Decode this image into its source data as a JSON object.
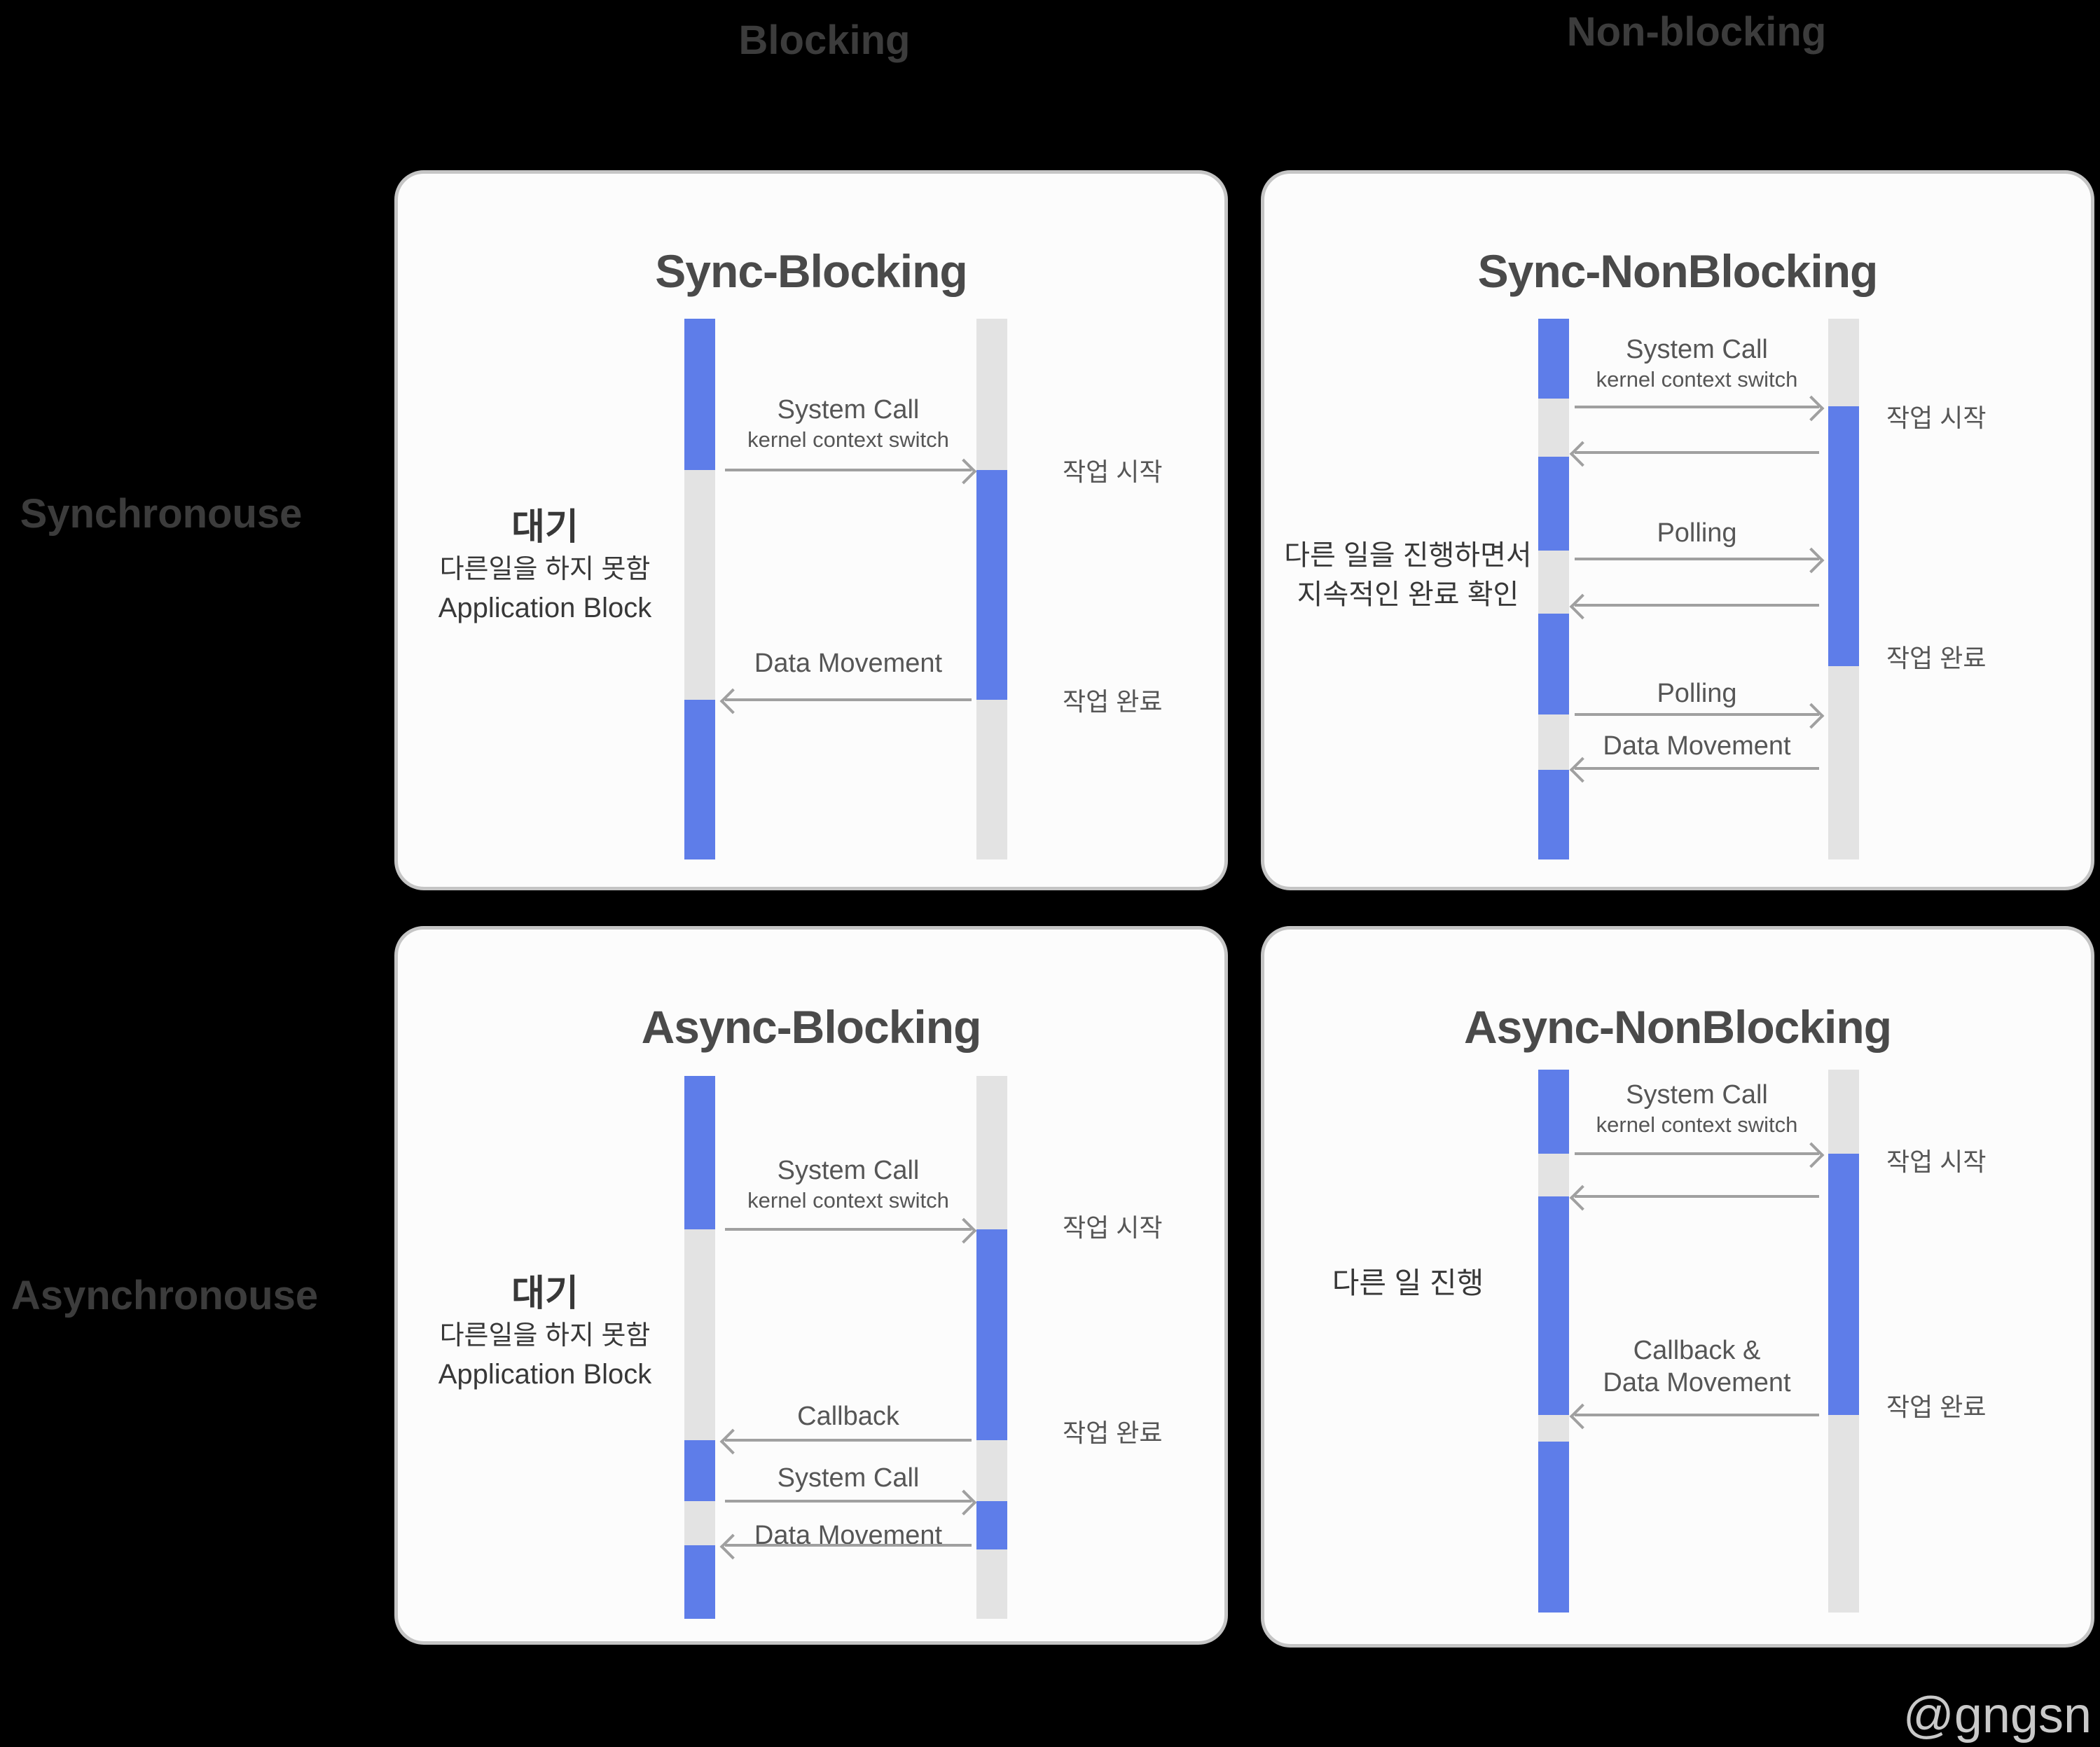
{
  "colors": {
    "page_bg": "#000000",
    "card_bg": "#fcfcfc",
    "card_border": "#c5c5c5",
    "active_blue": "#5e7de9",
    "idle_gray": "#e3e3e3",
    "arrow_gray": "#a0a0a0",
    "outer_label": "#3c3c3c",
    "title_gray": "#4a4a4a",
    "label_gray": "#565656",
    "note_gray": "#383838",
    "watermark_gray": "#c9c9c9"
  },
  "axis_labels": {
    "top_left": "Blocking",
    "top_right": "Non-blocking",
    "left_top": "Synchronouse",
    "left_bottom": "Asynchronouse"
  },
  "watermark": "@gngsn",
  "cards": {
    "sync_blocking": {
      "title": "Sync-Blocking",
      "note_title": "대기",
      "note_line2": "다른일을 하지 못함",
      "note_line3": "Application Block",
      "arrows": {
        "system_call": "System Call",
        "kernel_context_switch": "kernel context switch",
        "data_movement": "Data Movement"
      },
      "right_labels": {
        "start": "작업 시작",
        "done": "작업 완료"
      }
    },
    "sync_nonblocking": {
      "title": "Sync-NonBlocking",
      "note_line1": "다른 일을 진행하면서",
      "note_line2": "지속적인 완료 확인",
      "arrows": {
        "system_call": "System Call",
        "kernel_context_switch": "kernel context switch",
        "polling1": "Polling",
        "polling2": "Polling",
        "data_movement": "Data Movement"
      },
      "right_labels": {
        "start": "작업 시작",
        "done": "작업 완료"
      }
    },
    "async_blocking": {
      "title": "Async-Blocking",
      "note_title": "대기",
      "note_line2": "다른일을 하지 못함",
      "note_line3": "Application Block",
      "arrows": {
        "system_call": "System Call",
        "kernel_context_switch": "kernel context switch",
        "callback": "Callback",
        "system_call2": "System Call",
        "data_movement": "Data Movement"
      },
      "right_labels": {
        "start": "작업 시작",
        "done": "작업 완료"
      }
    },
    "async_nonblocking": {
      "title": "Async-NonBlocking",
      "note_line1": "다른 일 진행",
      "arrows": {
        "system_call": "System Call",
        "kernel_context_switch": "kernel context switch",
        "callback_data_line1": "Callback &",
        "callback_data_line2": "Data Movement"
      },
      "right_labels": {
        "start": "작업 시작",
        "done": "작업 완료"
      }
    }
  }
}
